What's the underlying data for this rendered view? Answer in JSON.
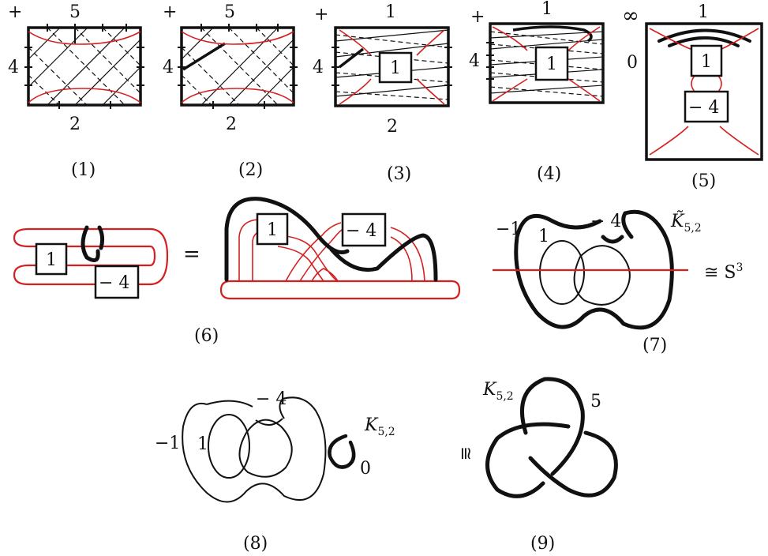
{
  "colors": {
    "ink": "#111111",
    "red_curve": "#d42020"
  },
  "panels": {
    "p1": {
      "sign": "+",
      "top": "5",
      "left": "4",
      "bottom": "2",
      "caption": "(1)"
    },
    "p2": {
      "sign": "+",
      "top": "5",
      "left": "4",
      "bottom": "2",
      "caption": "(2)"
    },
    "p3": {
      "sign": "+",
      "top": "1",
      "left": "4",
      "bottom": "2",
      "box": "1",
      "caption": "(3)"
    },
    "p4": {
      "sign": "+",
      "top": "1",
      "left": "4",
      "box": "1",
      "caption": "(4)"
    },
    "p5": {
      "sign": "∞",
      "top": "1",
      "left": "0",
      "box_top": "1",
      "box_bottom": "− 4",
      "caption": "(5)"
    },
    "p6": {
      "box_a": "1",
      "box_b": "− 4",
      "equals": "=",
      "box_c": "1",
      "box_d": "− 4",
      "caption": "(6)"
    },
    "p7": {
      "label_a": "−1",
      "label_b": "1",
      "label_c": "− 4",
      "knot_label": "K̃",
      "knot_sub": "5,2",
      "iso": "≅ S",
      "iso_sup": "3",
      "caption": "(7)"
    },
    "p8": {
      "label_a": "−1",
      "label_b": "1",
      "label_c": "− 4",
      "knot_label": "K",
      "knot_sub": "5,2",
      "label_zero": "0",
      "caption": "(8)"
    },
    "p9": {
      "iso": "≅",
      "knot_label": "K",
      "knot_sub": "5,2",
      "label_five": "5",
      "caption": "(9)"
    }
  }
}
